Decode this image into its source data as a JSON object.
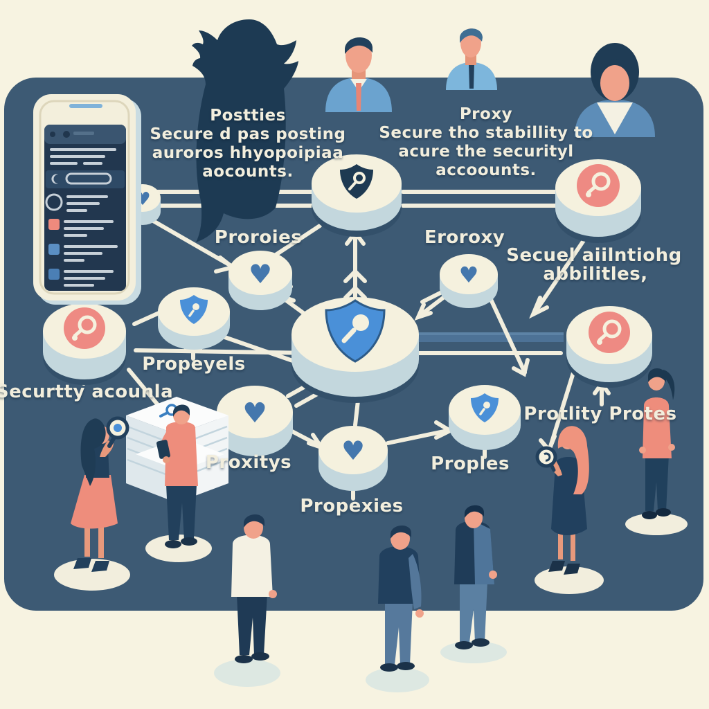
{
  "scene": {
    "title": "Twitter proxies security illustration",
    "style": "flat isometric infographic"
  },
  "colors": {
    "background": "#f7f3e1",
    "panel": "#3d5a74",
    "navy": "#1e3a52",
    "node_top": "#f5f1de",
    "node_side": "#c3d7dd",
    "shield_blue": "#4a90d8",
    "heart_blue": "#4477ad",
    "accent_pink": "#ee8a83",
    "salmon": "#ee8d7c",
    "skin": "#f09d85",
    "text_cream": "#f2eedd"
  },
  "captions": {
    "posting": {
      "line1": "Postties",
      "line2": "Secure d pas posting",
      "line3": "auroros hhyopoipiaa",
      "line4": "aocounts."
    },
    "proxy": {
      "line1": "Proxy",
      "line2": "Secure tho stabillity to",
      "line3": "acure the securityl",
      "line4": "accoounts."
    }
  },
  "labels": {
    "proroies": "Proroies",
    "eroroxy": "Eroroxy",
    "secuel_line1": "Secuel aiilntiohg",
    "secuel_line2": "abbilitles,",
    "propeyels": "Propeyels",
    "securtty": "Securtty acounla",
    "proxitys": "Proxitys",
    "propexies": "Propexies",
    "proples": "Proples",
    "protlity": "Protlity Protes"
  },
  "icons": {
    "bird": "twitter-bird-icon",
    "shield": "shield-keyhole-icon",
    "heart": "heart-icon",
    "magnifier": "magnifying-glass-icon",
    "phone": "phone-feed-mockup"
  }
}
